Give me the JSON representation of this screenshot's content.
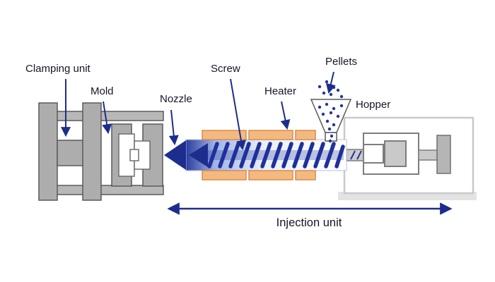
{
  "diagram": {
    "labels": {
      "clamping_unit": "Clamping unit",
      "mold": "Mold",
      "nozzle": "Nozzle",
      "screw": "Screw",
      "heater": "Heater",
      "pellets": "Pellets",
      "hopper": "Hopper",
      "injection_unit": "Injection unit"
    },
    "colors": {
      "arrow_navy": "#1d2d8e",
      "machine_gray": "#adadad",
      "machine_outline": "#5a5a5a",
      "heater_orange": "#f3b981",
      "heater_border": "#d98c4a",
      "barrel_navy": "#1d2d8e",
      "pellet_navy": "#24359c",
      "text": "#15152b"
    }
  }
}
